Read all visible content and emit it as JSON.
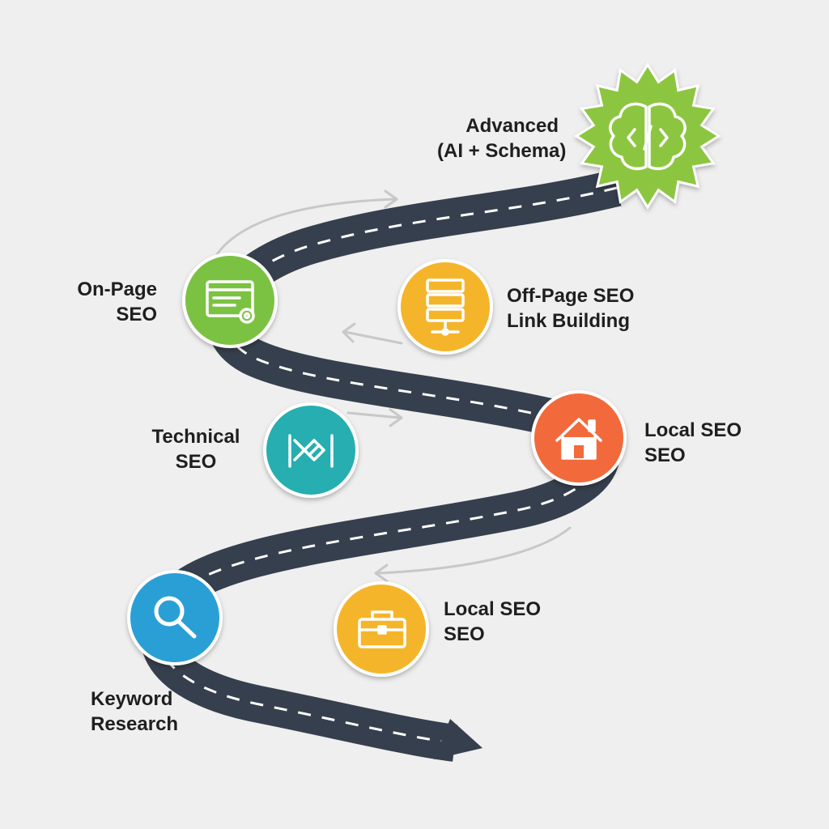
{
  "steps": [
    {
      "id": "keyword-research",
      "lines": [
        "Keyword",
        "Research"
      ],
      "color": "#2a9fd6",
      "icon": "magnifier-icon"
    },
    {
      "id": "local-seo-briefcase",
      "lines": [
        "Local SEO",
        "SEO"
      ],
      "color": "#f5b52c",
      "icon": "briefcase-icon"
    },
    {
      "id": "technical-seo",
      "lines": [
        "Technical",
        "SEO"
      ],
      "color": "#26aeb0",
      "icon": "network-icon"
    },
    {
      "id": "local-seo-home",
      "lines": [
        "Local SEO",
        "SEO"
      ],
      "color": "#f26b3a",
      "icon": "house-icon"
    },
    {
      "id": "off-page-seo",
      "lines": [
        "Off-Page SEO",
        "Link Building"
      ],
      "color": "#f5b52c",
      "icon": "server-icon"
    },
    {
      "id": "on-page-seo",
      "lines": [
        "On-Page",
        "SEO"
      ],
      "color": "#7cc243",
      "icon": "webpage-gear-icon"
    },
    {
      "id": "advanced",
      "lines": [
        "Advanced",
        "(AI + Schema)"
      ],
      "color": "#8cc63f",
      "icon": "brain-code-icon"
    }
  ],
  "colors": {
    "road": "#363f4d",
    "dash": "#ffffff",
    "arrow": "#c8c8c8",
    "background": "#efefef"
  }
}
